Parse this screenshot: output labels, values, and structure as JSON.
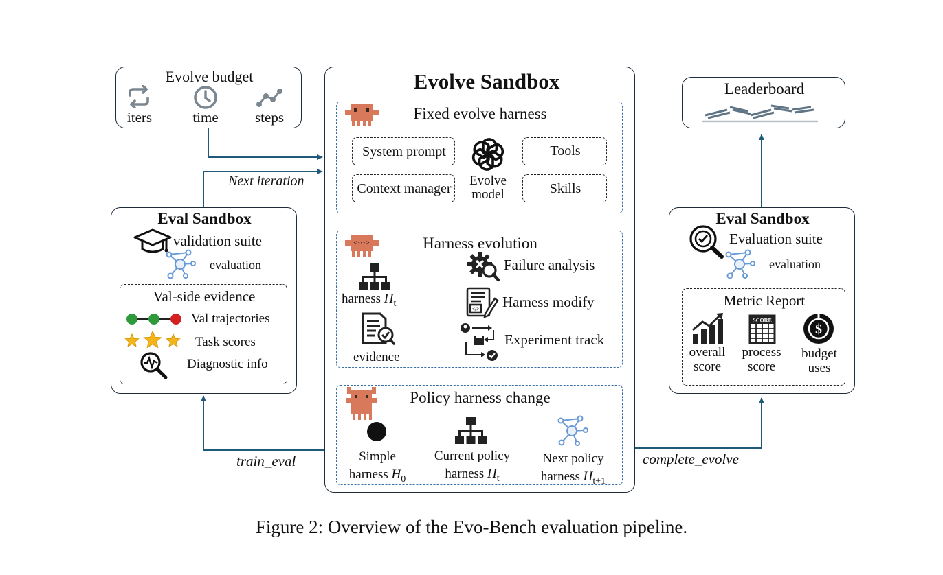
{
  "budget": {
    "title": "Evolve budget",
    "items": [
      "iters",
      "time",
      "steps"
    ]
  },
  "evolve_sandbox": {
    "title": "Evolve Sandbox",
    "fixed": {
      "title": "Fixed evolve harness",
      "system_prompt": "System prompt",
      "context_manager": "Context manager",
      "model": "Evolve model",
      "tools": "Tools",
      "skills": "Skills"
    },
    "evolution": {
      "title": "Harness evolution",
      "harness": "harness",
      "harness_math": "H",
      "harness_sub": "t",
      "evidence": "evidence",
      "failure_analysis": "Failure analysis",
      "harness_modify": "Harness modify",
      "experiment_track": "Experiment track"
    },
    "policy": {
      "title": "Policy harness change",
      "simple_line1": "Simple",
      "simple_line2": "harness",
      "simple_sub": "0",
      "current_line1": "Current policy",
      "current_line2": "harness",
      "current_sub": "t",
      "next_line1": "Next policy",
      "next_line2": "harness",
      "next_sub": "t+1",
      "math": "H"
    }
  },
  "left_eval": {
    "title": "Eval Sandbox",
    "suite": "validation suite",
    "evaluation": "evaluation",
    "evidence_title": "Val-side evidence",
    "trajectories": "Val trajectories",
    "task_scores": "Task scores",
    "diagnostic": "Diagnostic info"
  },
  "right_eval": {
    "title": "Eval Sandbox",
    "suite": "Evaluation suite",
    "evaluation": "evaluation",
    "report_title": "Metric Report",
    "overall": "overall score",
    "process": "process score",
    "budget": "budget uses"
  },
  "leaderboard": {
    "title": "Leaderboard"
  },
  "labels": {
    "next_iteration": "Next iteration",
    "train_eval": "train_eval",
    "complete_evolve": "complete_evolve"
  },
  "caption": "Figure 2: Overview of the Evo-Bench evaluation pipeline.",
  "colors": {
    "arrow": "#1f5a7a",
    "dashed_box": "#3a6fa6",
    "green_line": "#3e8a3e",
    "crab": "#d9795b",
    "network": "#6a9ad6",
    "traj_green": "#2e9a3c",
    "traj_red": "#d42020",
    "star": "#f3b51a"
  },
  "icons": [
    "repeat-icon",
    "clock-icon",
    "steps-icon",
    "openai-icon",
    "crab-icon",
    "hierarchy-icon",
    "document-check-icon",
    "gear-search-icon",
    "code-document-icon",
    "experiment-track-icon",
    "graduation-cap-icon",
    "network-icon",
    "trajectory-icon",
    "star-icon",
    "diagnostic-icon",
    "evaluation-search-icon",
    "bar-chart-icon",
    "scoreboard-icon",
    "dollar-icon",
    "leaderboard-icon"
  ]
}
